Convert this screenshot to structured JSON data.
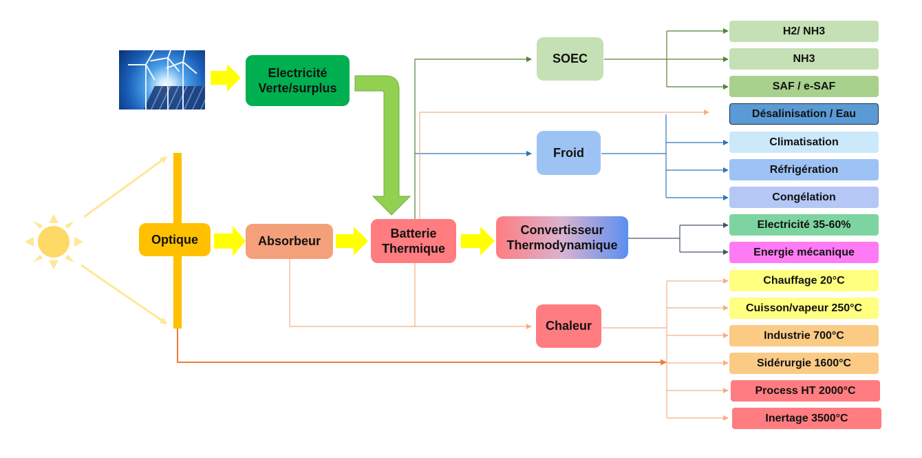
{
  "nodes": {
    "electricite": "Electricité\nVerte/surplus",
    "optique": "Optique",
    "absorbeur": "Absorbeur",
    "batterie": "Batterie\nThermique",
    "soec": "SOEC",
    "froid": "Froid",
    "convertisseur": "Convertisseur\nThermodynamique",
    "chaleur": "Chaleur"
  },
  "outputs": {
    "h2_nh3": "H2/ NH3",
    "nh3": "NH3",
    "saf": "SAF / e-SAF",
    "desalinisation": "Désalinisation / Eau",
    "climatisation": "Climatisation",
    "refrigeration": "Réfrigération",
    "congelation": "Congélation",
    "electricite_pct": "Electricité 35-60%",
    "energie_mecanique": "Energie mécanique",
    "chauffage": "Chauffage 20°C",
    "cuisson": "Cuisson/vapeur 250°C",
    "industrie": "Industrie 700°C",
    "siderurgie": "Sidérurgie 1600°C",
    "process_ht": "Process HT 2000°C",
    "inertage": "Inertage 3500°C"
  },
  "icons": {
    "sun": "sun-icon",
    "renewables_photo": "wind-solar-photo"
  },
  "colors": {
    "electricite": "#00b050",
    "optique": "#ffc000",
    "absorbeur": "#f4a07a",
    "batterie": "#ff7c80",
    "soec": "#c5e0b4",
    "froid": "#9dc3f5",
    "chaleur": "#ff7c80",
    "soec_line": "#538135",
    "froid_line": "#2e75b6",
    "chaleur_line": "#f4b183",
    "yellow_arrow": "#ffff00",
    "green_arrow": "#92d050"
  }
}
